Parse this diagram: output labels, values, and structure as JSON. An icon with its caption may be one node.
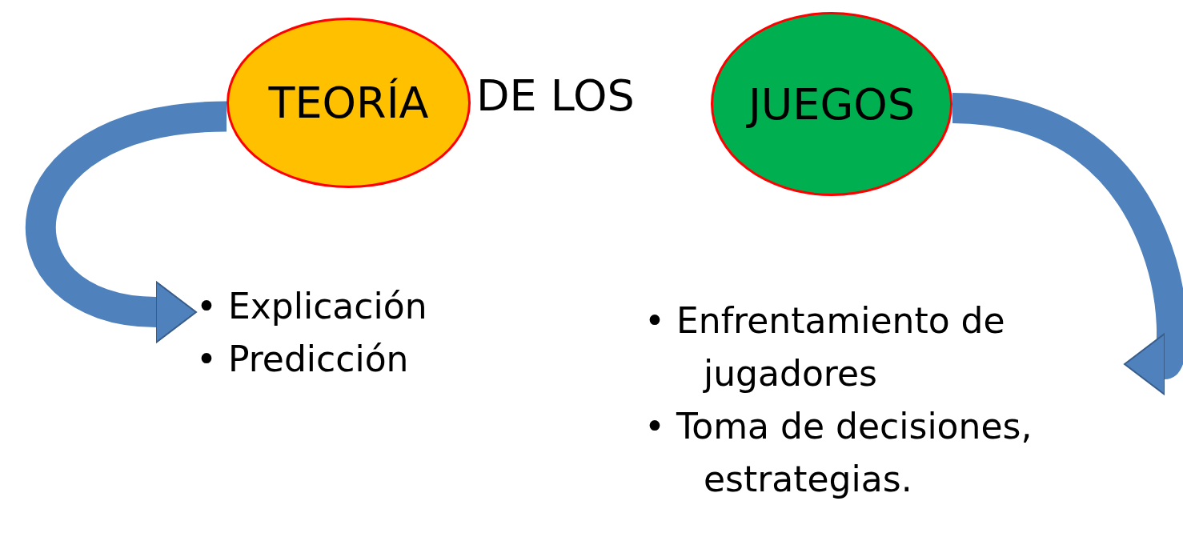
{
  "diagram": {
    "nodes": [
      {
        "text": [
          "TEORÍA"
        ]
      },
      {
        "text": [
          "JUEGOS"
        ]
      },
      {
        "text": [
          "• Explicación",
          "• Predicción"
        ]
      },
      {
        "text": [
          "• Enfrentamiento de jugadores",
          "• Toma de decisiones, estrategias."
        ]
      }
    ],
    "edges": [
      {
        "from": 0,
        "to": 2,
        "arrow": "to"
      },
      {
        "from": 1,
        "to": 3,
        "arrow": "to"
      }
    ],
    "labels": [
      "DE LOS"
    ]
  }
}
